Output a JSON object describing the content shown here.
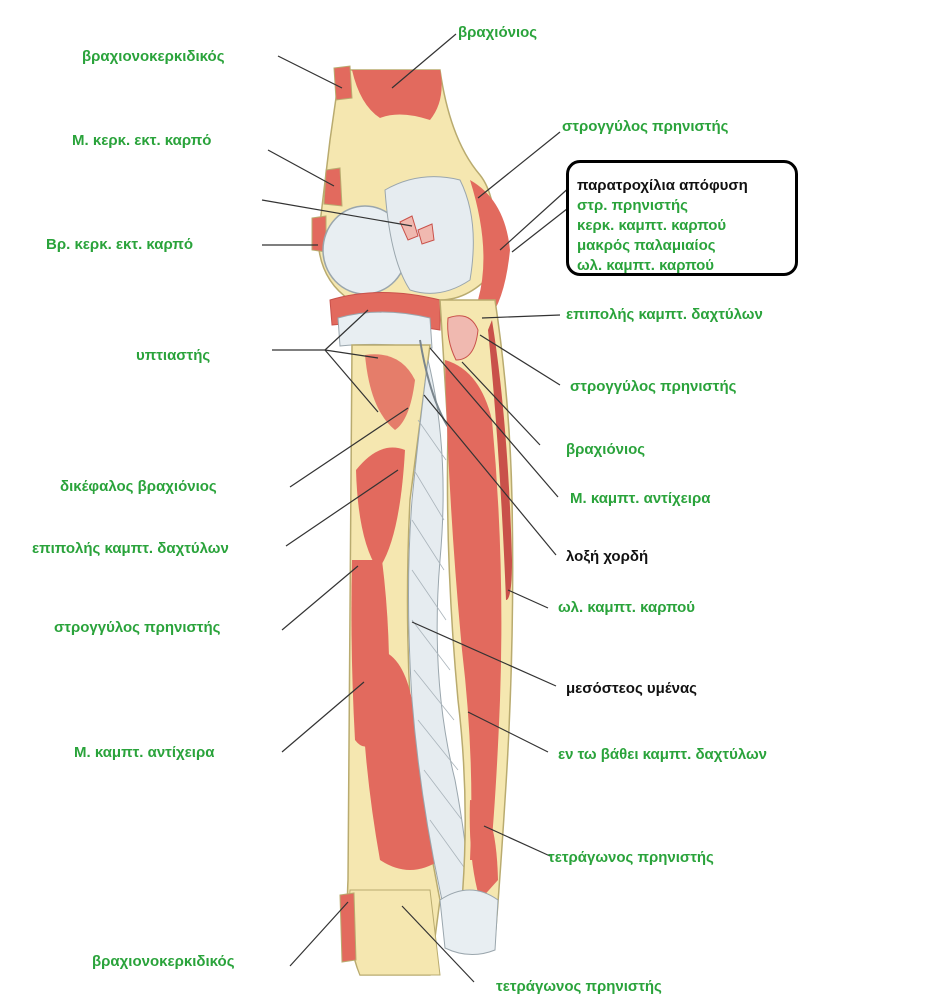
{
  "colors": {
    "muscle": "#e26a5e",
    "muscle_dark": "#c9514a",
    "bone": "#f5e7b0",
    "bone_edge": "#b9ab6f",
    "tendon": "#e6ecf0",
    "label_green": "#2aa33b",
    "label_dark": "#111111",
    "leader": "#333333"
  },
  "labels": {
    "brachiocarpal_top": "βραχιονοκερκιδικός",
    "brachialis_top": "βραχιόνιος",
    "ecrl": "Μ. κερκ. εκτ. καρπό",
    "pronator_teres_top": "στρογγύλος πρηνιστής",
    "ecrb": "Βρ. κερκ. εκτ. καρπό",
    "fds_right": "επιπολής καμπτ. δαχτύλων",
    "supinator": "υπτιαστής",
    "pronator_teres_right": "στρογγύλος πρηνιστής",
    "brachialis_right": "βραχιόνιος",
    "biceps": "δικέφαλος βραχιόνιος",
    "fpl_right": "Μ. καμπτ. αντίχειρα",
    "fds_left": "επιπολής καμπτ. δαχτύλων",
    "oblique_cord": "λοξή χορδή",
    "fcu": "ωλ. καμπτ. καρπού",
    "pronator_teres_left": "στρογγύλος πρηνιστής",
    "interosseous_membrane": "μεσόστεος υμένας",
    "fpl_left": "Μ. καμπτ. αντίχειρα",
    "fdp": "εν τω βάθει καμπτ. δαχτύλων",
    "pronator_quadratus_right": "τετράγωνος πρηνιστής",
    "brachioradialis_bottom": "βραχιονοκερκιδικός",
    "pronator_quadratus_bottom": "τετράγωνος πρηνιστής"
  },
  "callout": {
    "title": "παρατροχίλια απόφυση",
    "items": [
      "στρ. πρηνιστής",
      "κερκ. καμπτ. καρπού",
      "μακρός παλαμιαίος",
      "ωλ. καμπτ. καρπού"
    ]
  }
}
